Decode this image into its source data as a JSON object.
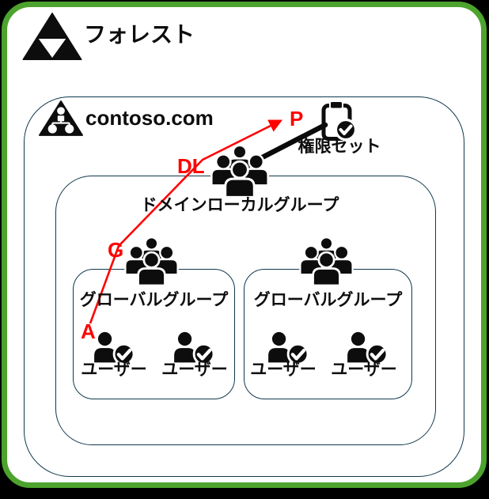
{
  "colors": {
    "background": "#000000",
    "canvas": "#ffffff",
    "forest_border": "#4CA32D",
    "box_border": "#10394d",
    "flow_red": "#fe0000",
    "ink": "#0d0d0d"
  },
  "forest": {
    "label": "フォレスト"
  },
  "domain": {
    "label": "contoso.com"
  },
  "domain_local_group": {
    "label": "ドメインローカルグループ"
  },
  "global_groups": [
    {
      "label": "グローバルグループ",
      "users": [
        "ユーザー",
        "ユーザー"
      ]
    },
    {
      "label": "グローバルグループ",
      "users": [
        "ユーザー",
        "ユーザー"
      ]
    }
  ],
  "permission_set": {
    "label": "権限セット"
  },
  "flow_labels": {
    "a": "A",
    "g": "G",
    "dl": "DL",
    "p": "P"
  }
}
